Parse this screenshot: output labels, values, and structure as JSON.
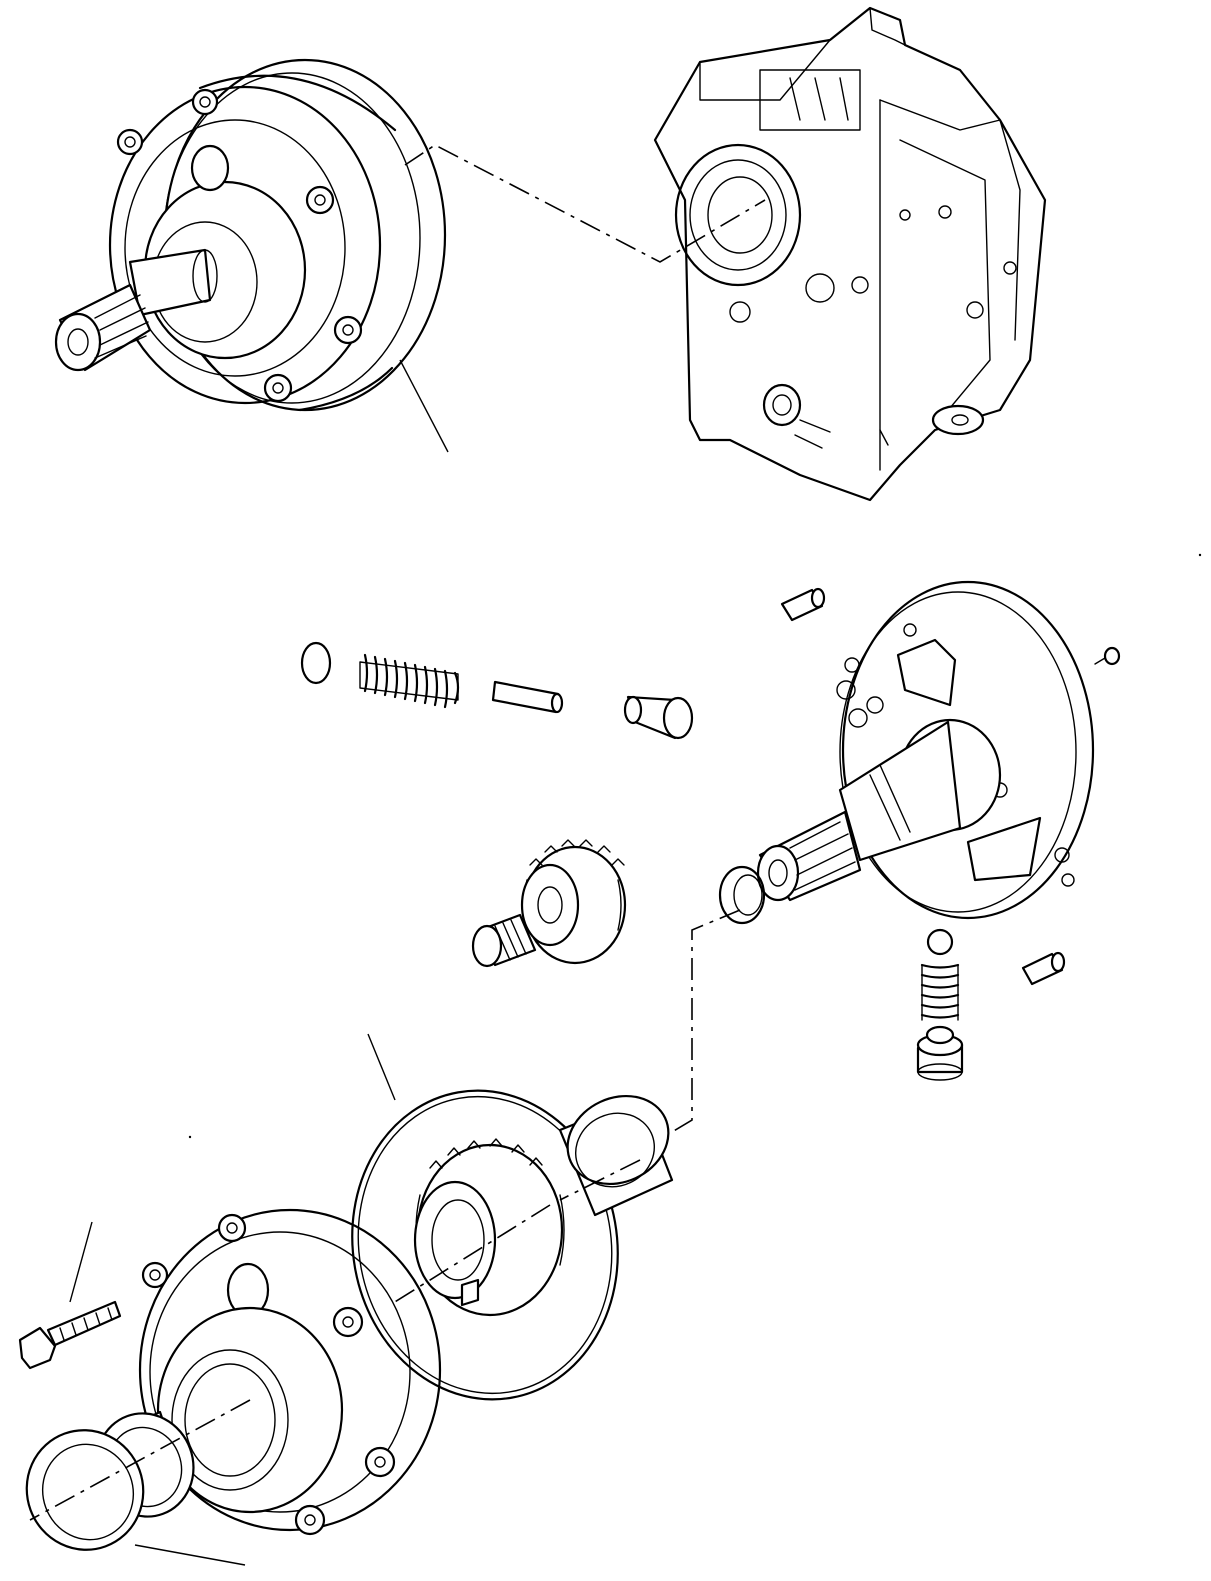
{
  "diagram": {
    "type": "exploded parts drawing",
    "callout_labels": [],
    "parts": [
      "pump-assembly",
      "transmission-housing",
      "seal-cap",
      "relief-spring",
      "relief-pin",
      "relief-plug",
      "dowel-pin",
      "small-screw",
      "pump-body-with-shaft",
      "driven-gear",
      "needle-bearing",
      "snap-ring",
      "check-ball",
      "check-spring",
      "check-plug",
      "o-ring",
      "bushing",
      "drive-gear",
      "pump-cover",
      "bolt",
      "bearing",
      "oil-seal"
    ]
  }
}
